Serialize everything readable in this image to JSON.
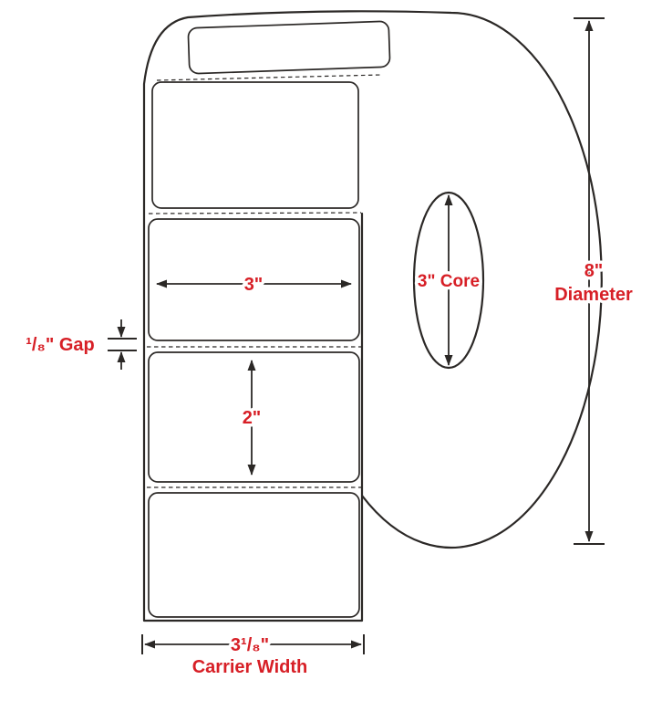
{
  "diagram": {
    "kind": "label-roll-dimension-diagram",
    "annotations": {
      "label_width": "3\"",
      "label_height": "2\"",
      "gap": "¹/₈\" Gap",
      "core": "3\" Core",
      "diameter_value": "8\"",
      "diameter_label": "Diameter",
      "carrier_width_value": "3¹/₈\"",
      "carrier_width_label": "Carrier Width"
    },
    "colors": {
      "annotation_red": "#d71f26",
      "ink": "#2b2826",
      "background": "#ffffff"
    }
  }
}
